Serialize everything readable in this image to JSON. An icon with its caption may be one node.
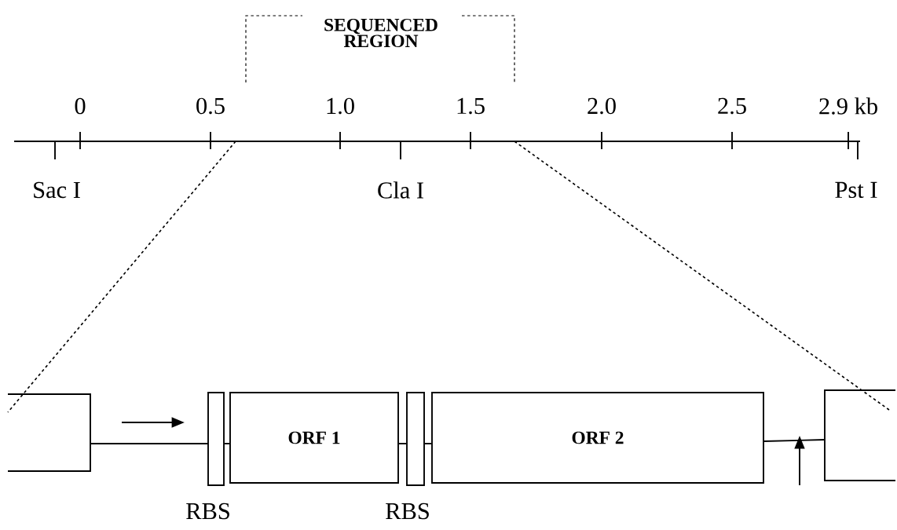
{
  "diagram": {
    "nodes": [
      {
        "text": [],
        "shape": "box",
        "beside": [
          "RBS"
        ]
      },
      {
        "text": [
          "ORF 1"
        ]
      },
      {
        "text": [],
        "shape": "box",
        "beside": [
          "RBS"
        ]
      },
      {
        "text": [
          "ORF 2"
        ]
      }
    ],
    "edges": [
      {
        "from": 0,
        "to": 1,
        "arrow": "none"
      },
      {
        "from": 1,
        "to": 2,
        "arrow": "none"
      },
      {
        "from": 2,
        "to": 3,
        "arrow": "none"
      }
    ],
    "labels": [
      "SEQUENCED REGION",
      "0",
      "0.5",
      "1.0",
      "1.5",
      "2.0",
      "2.5",
      "2.9 kb",
      "Sac I",
      "Cla I",
      "Pst I"
    ]
  }
}
